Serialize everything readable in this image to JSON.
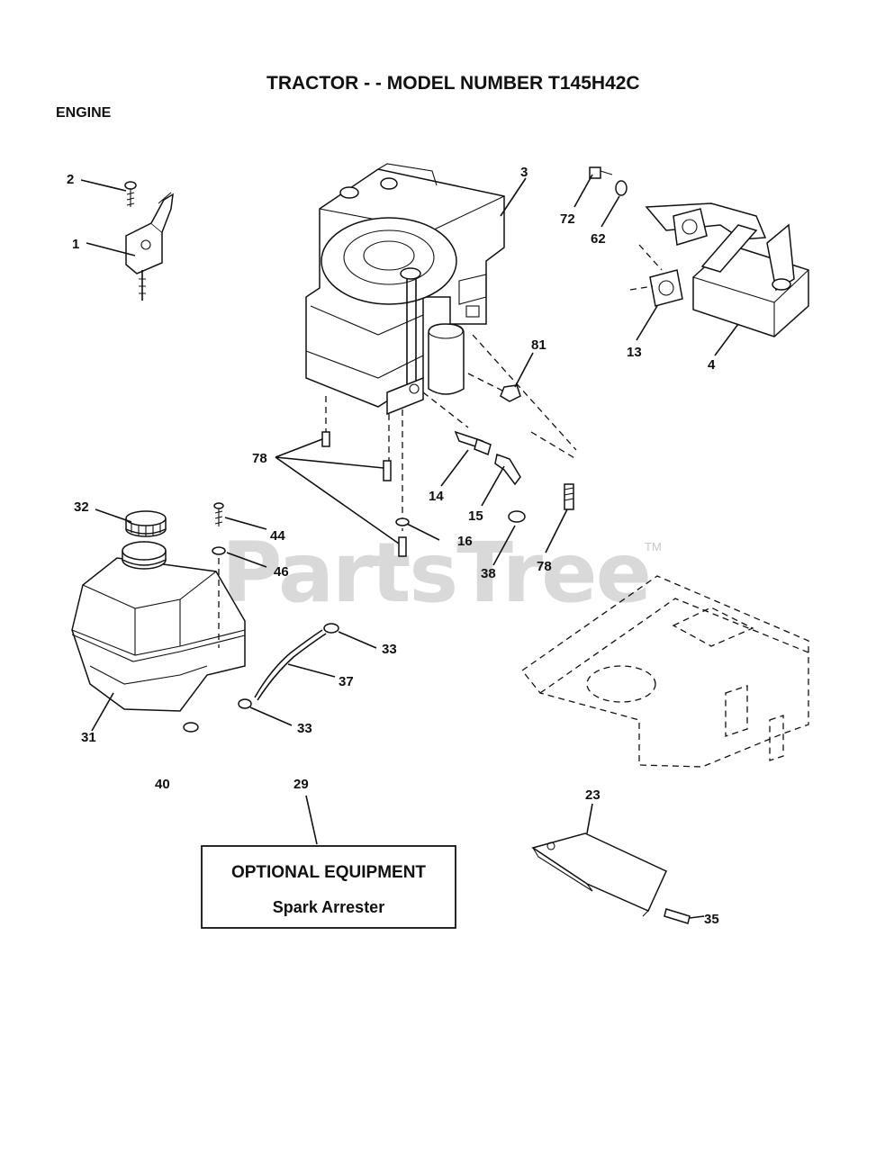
{
  "page": {
    "title": "TRACTOR - - MODEL NUMBER T145H42C",
    "section": "ENGINE"
  },
  "watermark": {
    "text": "PartsTree",
    "trademark": "TM"
  },
  "optional_box": {
    "heading": "OPTIONAL EQUIPMENT",
    "item": "Spark Arrester"
  },
  "callouts": {
    "c1": "1",
    "c2": "2",
    "c3": "3",
    "c4": "4",
    "c13": "13",
    "c14": "14",
    "c15": "15",
    "c16": "16",
    "c23": "23",
    "c29": "29",
    "c31": "31",
    "c32": "32",
    "c33a": "33",
    "c33b": "33",
    "c35": "35",
    "c37": "37",
    "c38": "38",
    "c40": "40",
    "c44": "44",
    "c46": "46",
    "c62": "62",
    "c72": "72",
    "c78a": "78",
    "c78b": "78",
    "c81": "81"
  }
}
